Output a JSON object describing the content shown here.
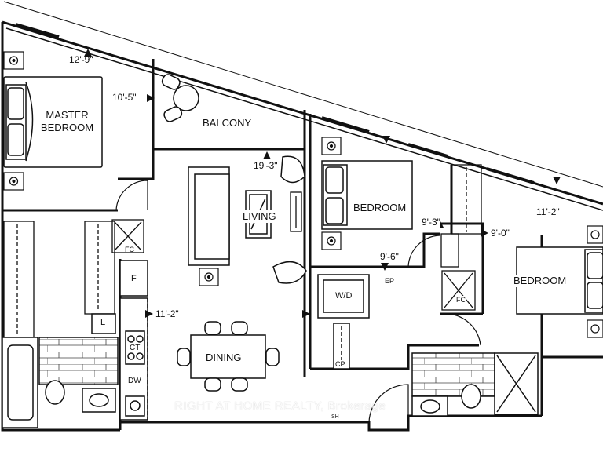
{
  "rooms": {
    "master_bedroom": "MASTER\nBEDROOM",
    "balcony": "BALCONY",
    "living": "LIVING",
    "dining": "DINING",
    "bedroom_center": "BEDROOM",
    "bedroom_right": "BEDROOM"
  },
  "dimensions": {
    "master_width": "12'-9\"",
    "master_depth": "10'-5\"",
    "living_width": "19'-3\"",
    "kitchen_length": "11'-2\"",
    "bedroom_right_width": "11'-2\"",
    "bedroom_center_a": "9'-3\"",
    "bedroom_right_depth": "9'-0\"",
    "bedroom_center_b": "9'-6\""
  },
  "fixtures": {
    "fc_left": "FC",
    "fc_right": "FC",
    "fridge": "F",
    "linen": "L",
    "cooktop": "CT",
    "dishwasher": "DW",
    "washer_dryer": "W/D",
    "ep": "EP",
    "cp": "CP",
    "sh": "SH"
  },
  "watermark": "RIGHT AT HOME REALTY, Brokerage",
  "colors": {
    "line": "#111111",
    "background": "#ffffff",
    "hatch": "#555555"
  }
}
